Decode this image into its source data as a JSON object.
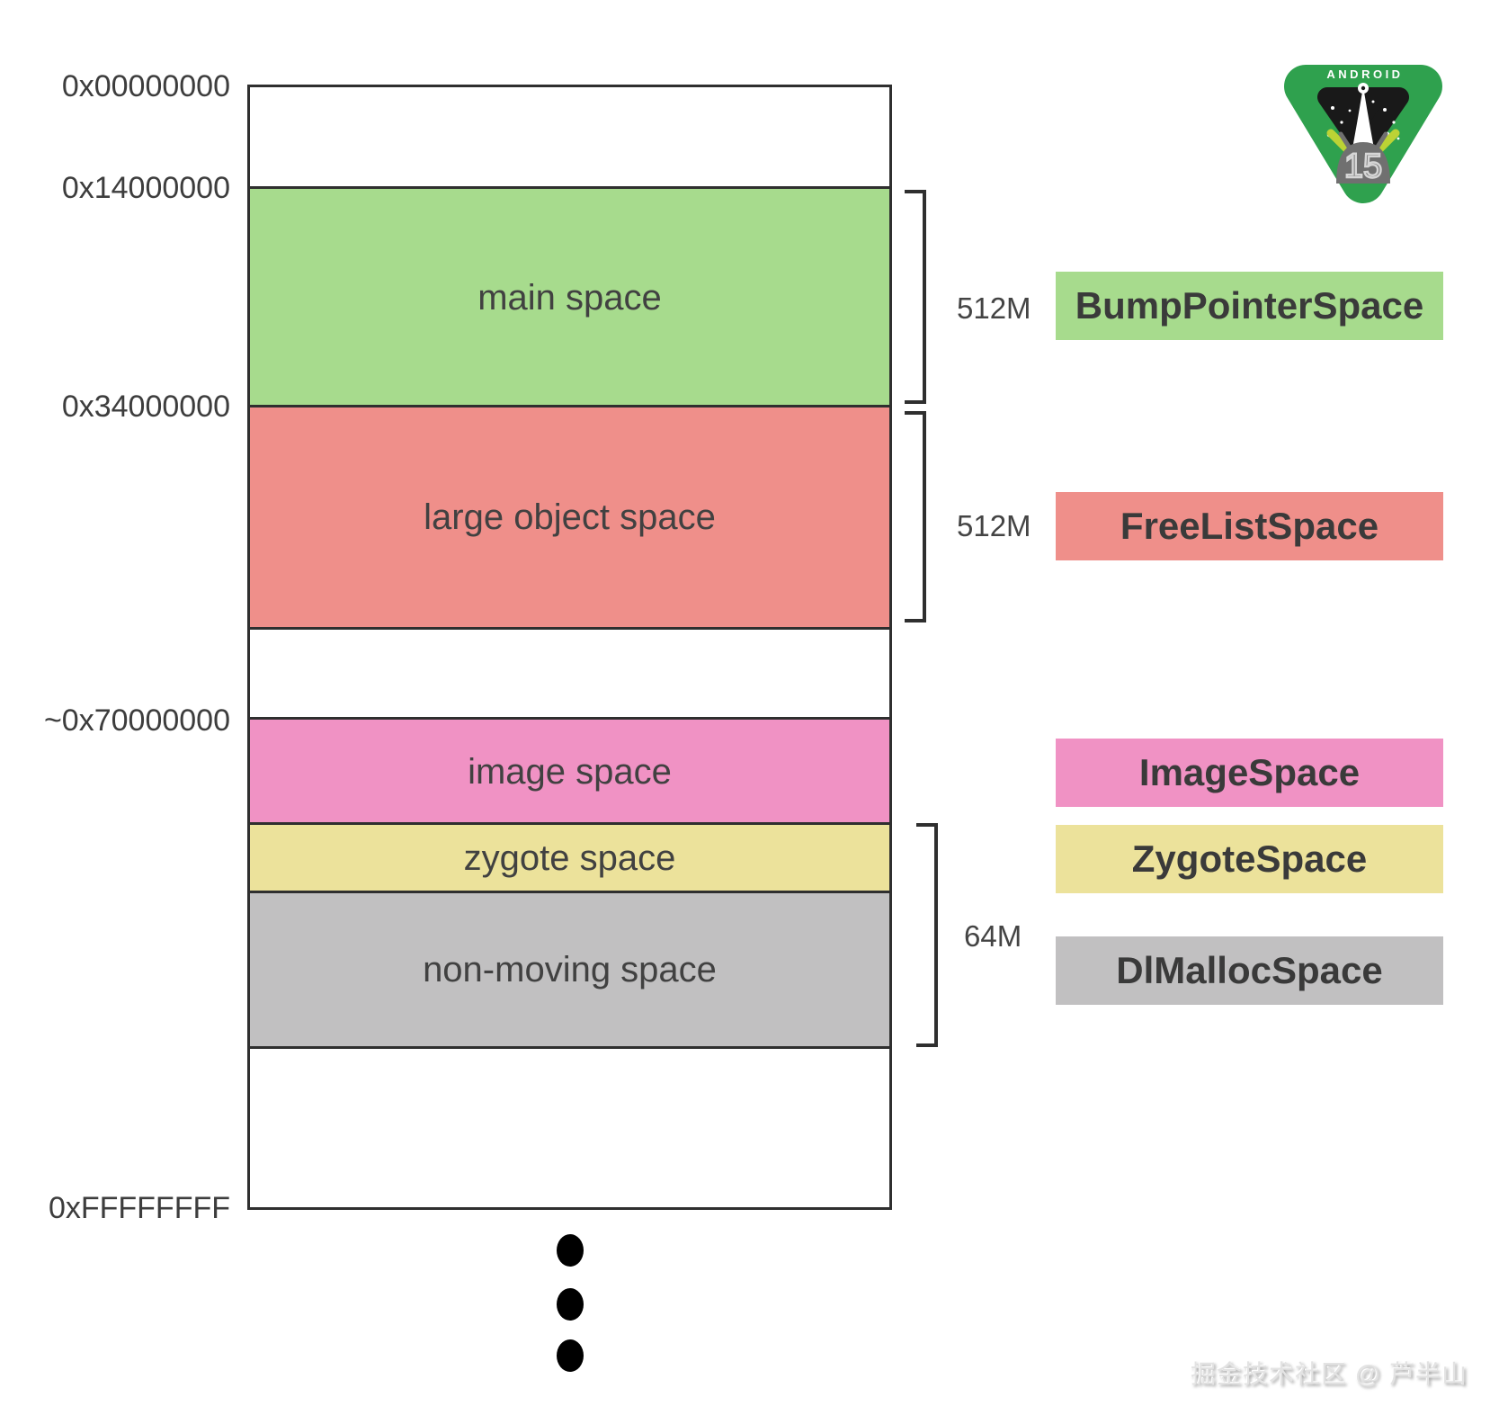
{
  "addresses": [
    "0x00000000",
    "0x14000000",
    "0x34000000",
    "~0x70000000",
    "0xFFFFFFFF"
  ],
  "spaces": [
    {
      "label": "main space",
      "color": "#a7db8d"
    },
    {
      "label": "large object space",
      "color": "#ef8f8a"
    },
    {
      "label": "image space",
      "color": "#f092c4"
    },
    {
      "label": "zygote space",
      "color": "#ece29b"
    },
    {
      "label": "non-moving space",
      "color": "#c1c0c1"
    }
  ],
  "brackets": [
    {
      "size": "512M"
    },
    {
      "size": "512M"
    },
    {
      "size": "64M"
    }
  ],
  "legend": [
    {
      "label": "BumpPointerSpace",
      "color": "#a7db8d"
    },
    {
      "label": "FreeListSpace",
      "color": "#ef8f8a"
    },
    {
      "label": "ImageSpace",
      "color": "#f092c4"
    },
    {
      "label": "ZygoteSpace",
      "color": "#ece29b"
    },
    {
      "label": "DlMallocSpace",
      "color": "#c1c0c1"
    }
  ],
  "logo": {
    "brand": "ANDROID",
    "version": "15",
    "badge_green": "#2fa14e"
  },
  "watermark": {
    "text": "掘金技术社区 @ 芦半山"
  },
  "colors": {
    "border": "#2f2f2f",
    "text_dark": "#3d3d3d",
    "background": "#ffffff"
  }
}
